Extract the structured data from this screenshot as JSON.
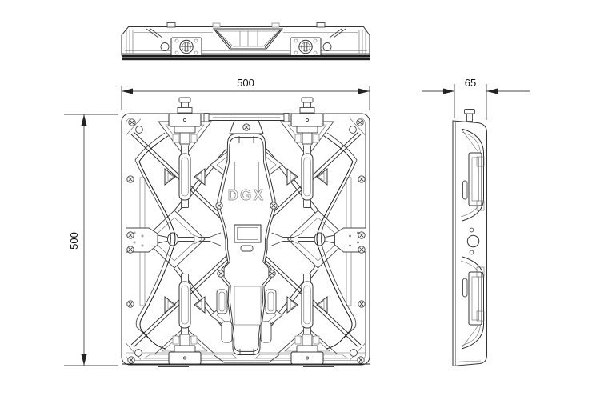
{
  "logo": "DGX",
  "dimensions": {
    "width": "500",
    "height": "500",
    "depth": "65"
  },
  "colors": {
    "background": "#ffffff",
    "line": "#333333",
    "line_dark": "#161616",
    "dimension": "#4a4a4a",
    "logo_outline": "#9a9a9a"
  }
}
